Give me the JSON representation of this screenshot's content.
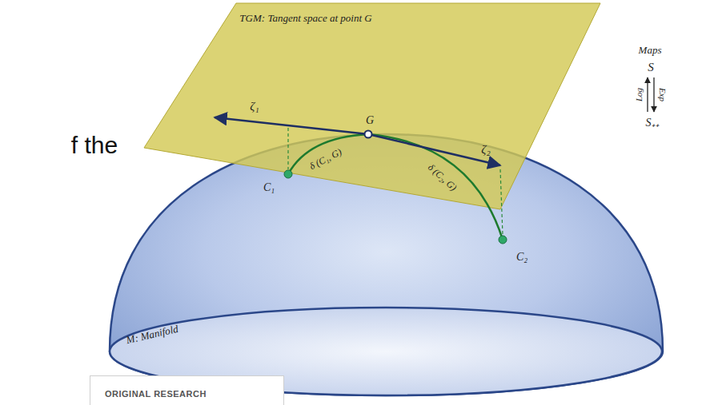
{
  "diagram": {
    "nodes": [
      {
        "text": [
          "ORIGINAL RESEARCH"
        ]
      }
    ],
    "labels": [
      "f the",
      "TGM: Tangent space at point G",
      "Maps",
      "S",
      "Log",
      "Exp",
      "S₊₊",
      "G",
      "ζ₁",
      "ζ₂",
      "C₁",
      "C₂",
      "δ (C₁, G)",
      "δ (C₂, G)",
      "M: Manifold"
    ]
  }
}
